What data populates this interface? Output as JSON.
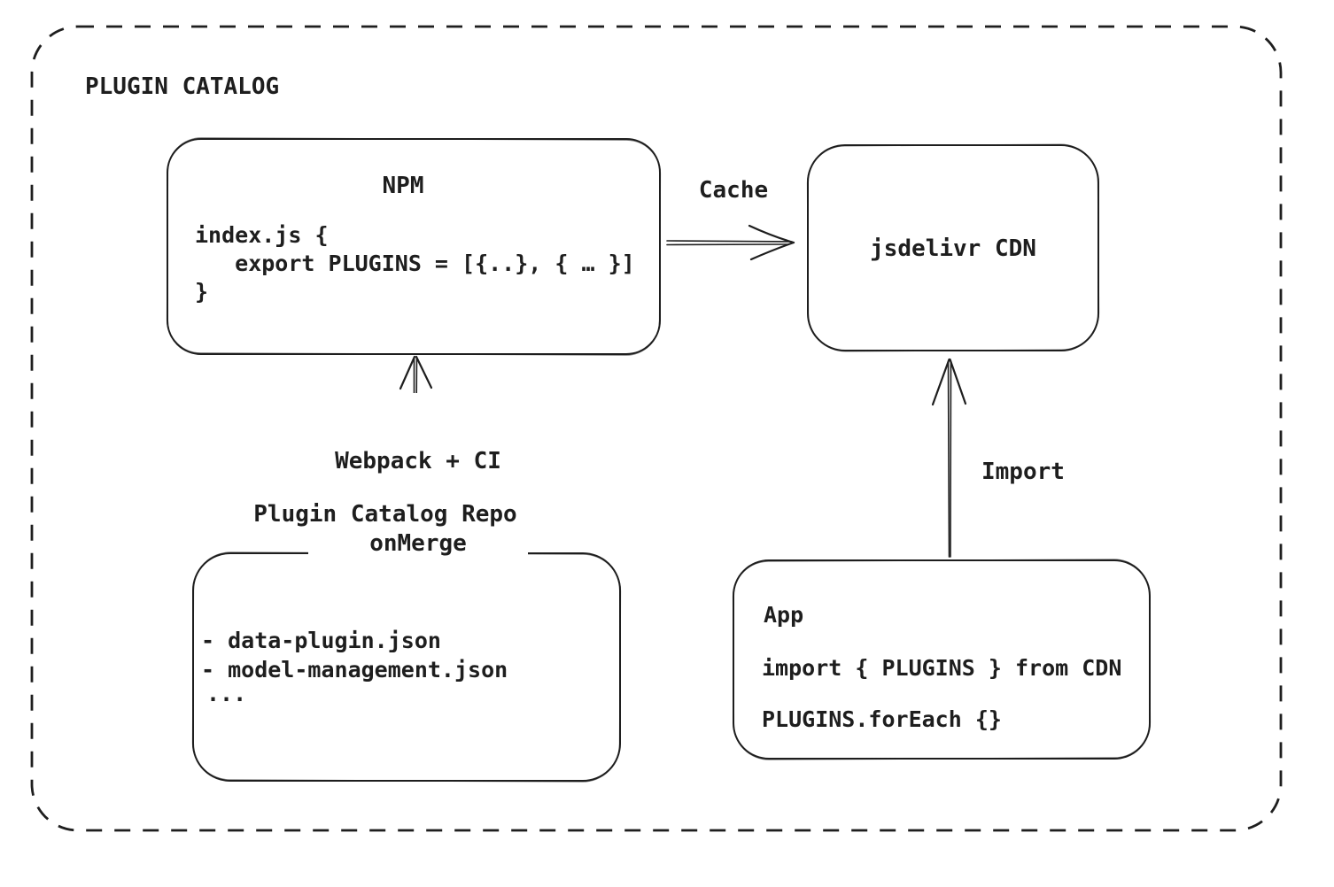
{
  "colors": {
    "stroke": "#1e1e1e",
    "background": "#ffffff"
  },
  "title": "PLUGIN CATALOG",
  "nodes": {
    "npm": {
      "title": "NPM",
      "code": [
        "index.js {",
        "   export PLUGINS = [{..}, { … }]",
        "}"
      ]
    },
    "cdn": {
      "label": "jsdelivr CDN"
    },
    "repo": {
      "heading": "Plugin Catalog Repo",
      "files": [
        "- data-plugin.json",
        "- model-management.json",
        "..."
      ]
    },
    "app": {
      "title": "App",
      "code": [
        "import { PLUGINS } from CDN",
        "PLUGINS.forEach {}"
      ]
    }
  },
  "edges": {
    "cache": {
      "label": "Cache"
    },
    "build": {
      "labels": [
        "Webpack + CI",
        "onMerge"
      ]
    },
    "import": {
      "label": "Import"
    }
  }
}
